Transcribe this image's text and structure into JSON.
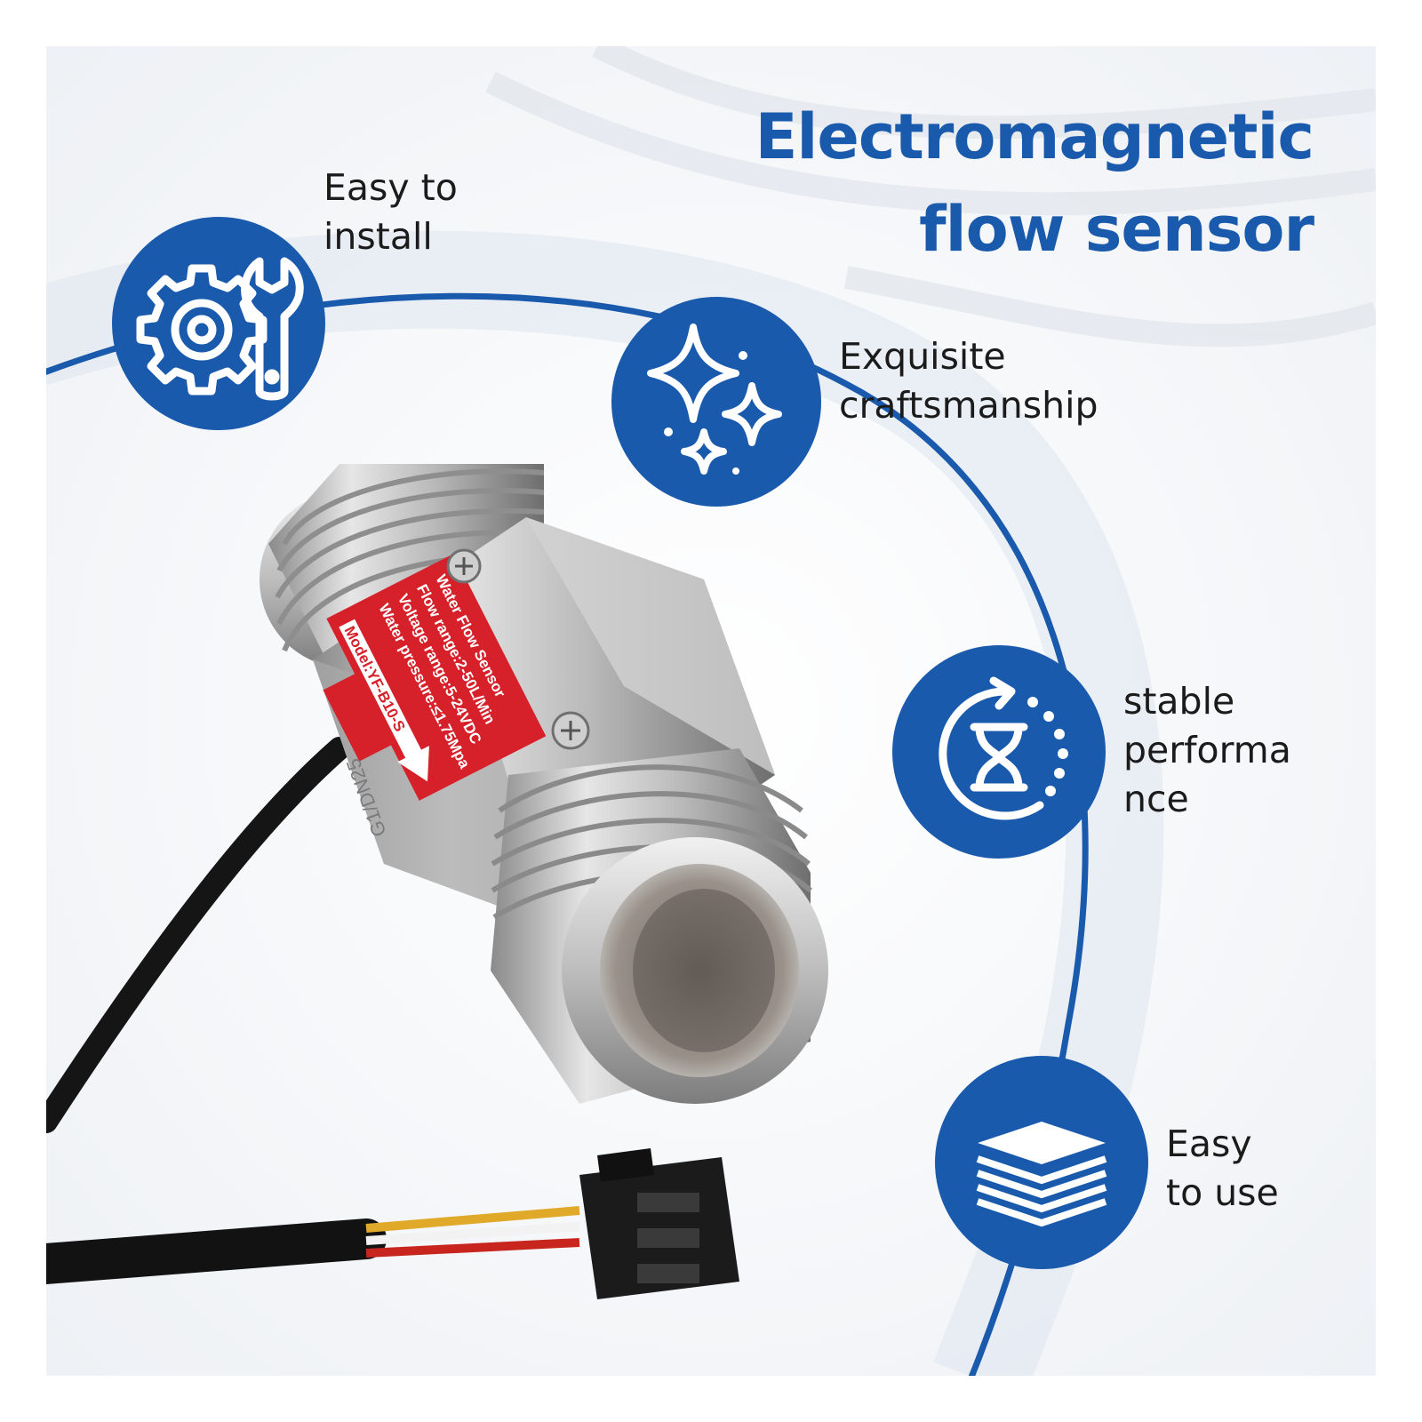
{
  "headline": {
    "line1": "Electromagnetic",
    "line2": "flow sensor"
  },
  "features": [
    {
      "lines": [
        "Easy to",
        "install"
      ],
      "icon": "gear-wrench-icon"
    },
    {
      "lines": [
        "Exquisite",
        "craftsmanship"
      ],
      "icon": "sparkles-icon"
    },
    {
      "lines": [
        "stable",
        "performa",
        "nce"
      ],
      "icon": "hourglass-cycle-icon"
    },
    {
      "lines": [
        "Easy",
        "to use"
      ],
      "icon": "layers-icon"
    }
  ],
  "product_label": {
    "model": "Model:YF-B10-S",
    "line1": "Water Flow Sensor",
    "line2": "Flow range:2-50L/Min",
    "line3": "Voltage range:5-24VDC",
    "line4": "Water pressure:≤1.75Mpa",
    "engraving": "G1/DN25"
  },
  "colors": {
    "brand_blue": "#1a5aad",
    "text_dark": "#1b1b1b",
    "label_red": "#d6212a",
    "metal": "#c8c8c8"
  }
}
